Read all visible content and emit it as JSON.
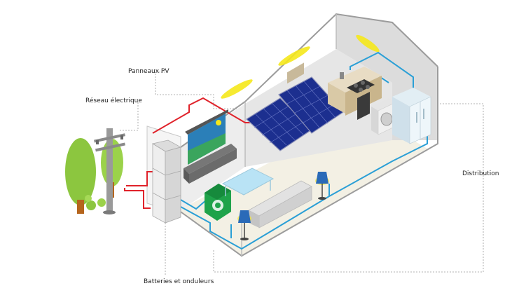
{
  "labels": {
    "solar_panels": "Panneaux PV",
    "grid": "Réseau électrique",
    "distribution": "Distribution",
    "batteries": "Batteries et onduleurs"
  },
  "colors": {
    "wire_red": "#e0222a",
    "wire_blue": "#2a9fd6",
    "panel_blue": "#1c2f8f",
    "tree_green": "#8cc63f",
    "inverter_green": "#1fa34a",
    "wall_grey": "#e6e6e6",
    "lamp_yellow": "#f5e81b"
  }
}
